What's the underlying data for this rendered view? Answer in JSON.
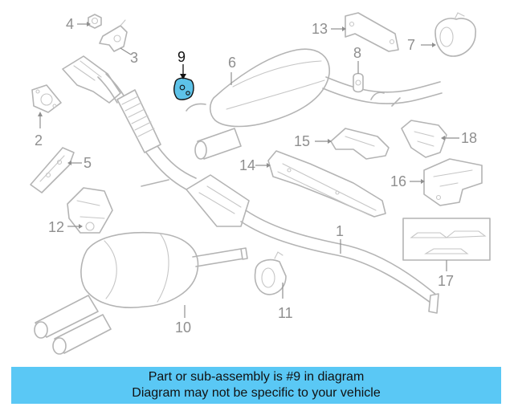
{
  "diagram": {
    "labels": {
      "p1": "1",
      "p2": "2",
      "p3": "3",
      "p4": "4",
      "p5": "5",
      "p6": "6",
      "p7": "7",
      "p8": "8",
      "p9": "9",
      "p10": "10",
      "p11": "11",
      "p12": "12",
      "p13": "13",
      "p14": "14",
      "p15": "15",
      "p16": "16",
      "p17": "17",
      "p18": "18"
    },
    "highlight_color": "#5dc2e8"
  },
  "banner": {
    "line1": "Part or sub-assembly is #9 in diagram",
    "line2": "Diagram may not be specific to your vehicle",
    "background": "#5ac8f5"
  }
}
